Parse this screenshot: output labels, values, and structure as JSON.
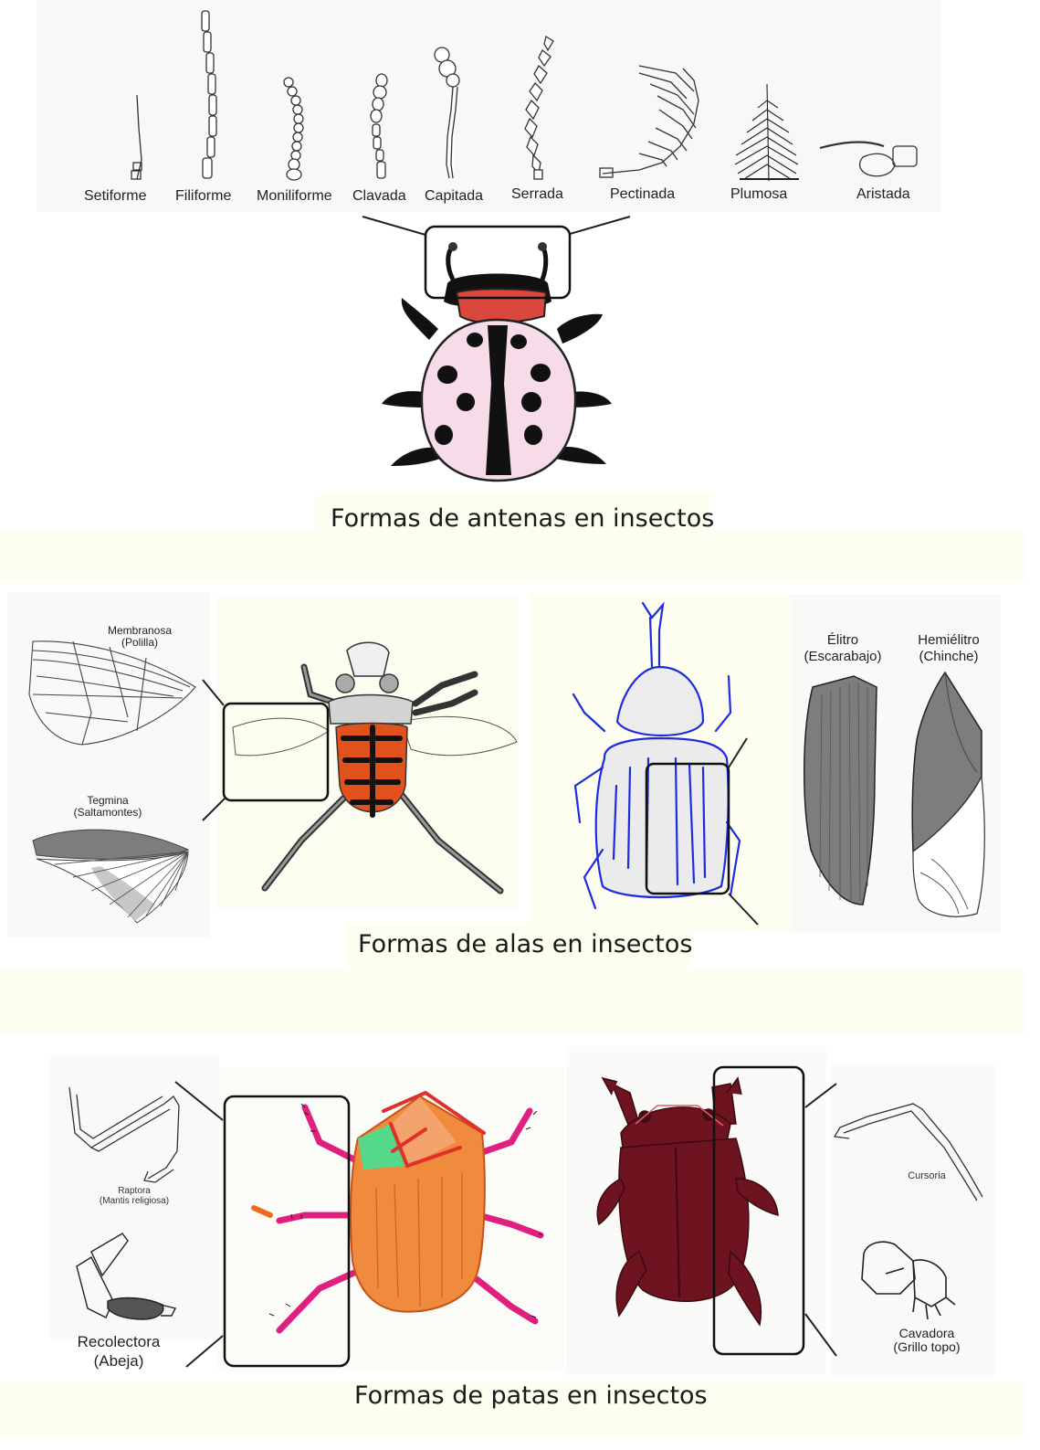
{
  "antennae": {
    "labels": [
      "Setiforme",
      "Filiforme",
      "Moniliforme",
      "Clavada",
      "Capitada",
      "Serrada",
      "Pectinada",
      "Plumosa",
      "Aristada"
    ],
    "caption": "Formas de antenas en insectos"
  },
  "wings": {
    "membranosa": {
      "name": "Membranosa",
      "example": "(Polilla)"
    },
    "tegmina": {
      "name": "Tegmina",
      "example": "(Saltamontes)"
    },
    "elitro": {
      "name": "Élitro",
      "example": "(Escarabajo)"
    },
    "hemielitro": {
      "name": "Hemiélitro",
      "example": "(Chinche)"
    },
    "caption": "Formas de alas en insectos"
  },
  "legs": {
    "raptora": {
      "name": "Raptora",
      "example": "(Mantis religiosa)"
    },
    "recolectora": {
      "name": "Recolectora",
      "example": "(Abeja)"
    },
    "cursoria": {
      "name": "Cursoria"
    },
    "cavadora": {
      "name": "Cavadora",
      "example": "(Grillo topo)"
    },
    "caption": "Formas de patas en insectos"
  },
  "colors": {
    "cream": "#fdfdf0",
    "ladybug_red": "#d9473d",
    "ladybug_pink": "#f6dbe9",
    "stripe_orange": "#e2521c",
    "pen_blue": "#1f2be0",
    "beetle_orange": "#f08a3c",
    "leg_pink": "#e0207f",
    "maroon": "#6d1420",
    "wing_gray": "#7d7d7d"
  }
}
